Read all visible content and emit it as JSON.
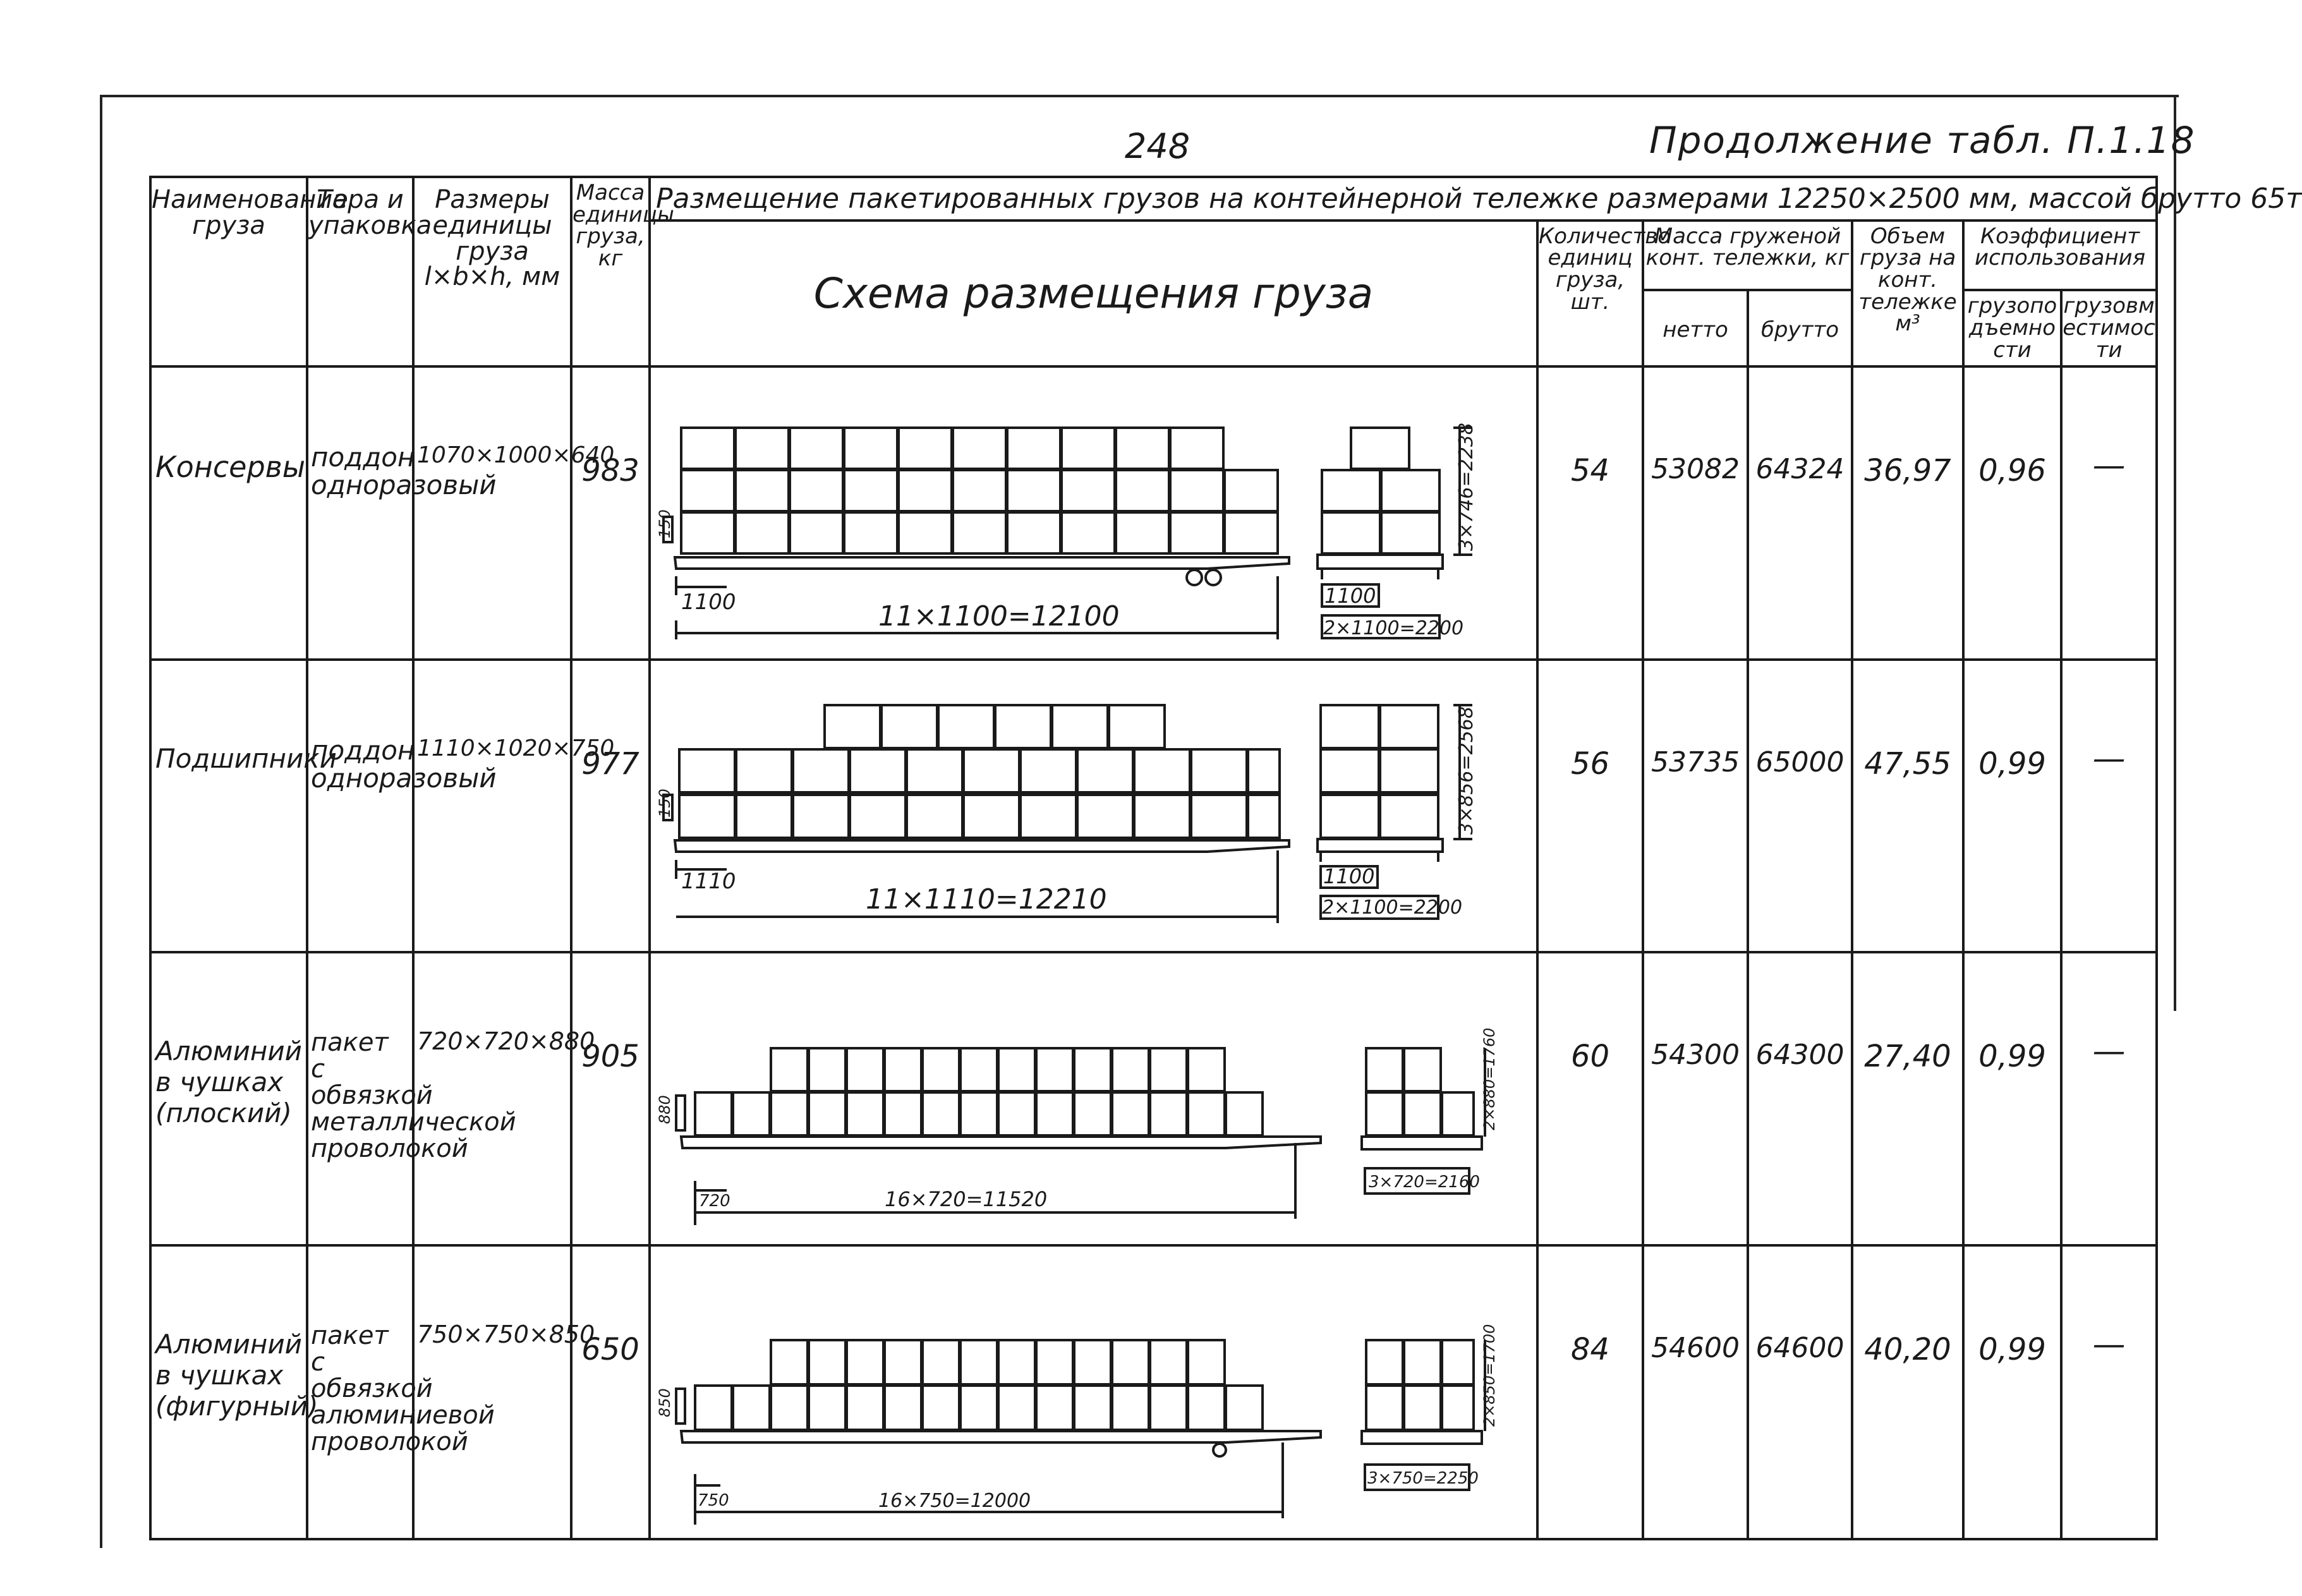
{
  "page": {
    "number": "248",
    "continuation": "Продолжение табл. П.1.18"
  },
  "header": {
    "col_name": "Наименование груза",
    "col_tare": "Тара и упаковка",
    "col_size": "Размеры единицы груза l×b×h, мм",
    "col_mass": "Масса единицы груза, кг",
    "span_title": "Размещение пакетированных грузов на контейнерной тележке размерами 12250×2500 мм, массой брутто 65т",
    "scheme_title": "Схема размещения груза",
    "col_count": "Количество единиц груза, шт.",
    "col_mass_loaded": "Масса груженой конт. тележки, кг",
    "col_netto": "нетто",
    "col_brutto": "брутто",
    "col_volume": "Объем груза на конт. тележке м³",
    "col_coef": "Коэффициент использования",
    "col_coef_lift": "грузоподъемности",
    "col_coef_cap": "грузовместимости"
  },
  "rows": [
    {
      "name": "Консервы",
      "tare": "поддон одноразовый",
      "size": "1070×1000×640",
      "mass": "983",
      "count": "54",
      "netto": "53082",
      "brutto": "64324",
      "volume": "36,97",
      "coef_lift": "0,96",
      "coef_cap": "—",
      "dim_unit": "1100",
      "dim_total": "11×1100=12100",
      "dim_side_unit": "1100",
      "dim_side_total": "2×1100=2200",
      "dim_height": "3×746=2238",
      "dim_plat": "150"
    },
    {
      "name": "Подшипники",
      "tare": "поддон одноразовый",
      "size": "1110×1020×750",
      "mass": "977",
      "count": "56",
      "netto": "53735",
      "brutto": "65000",
      "volume": "47,55",
      "coef_lift": "0,99",
      "coef_cap": "—",
      "dim_unit": "1110",
      "dim_total": "11×1110=12210",
      "dim_side_unit": "1100",
      "dim_side_total": "2×1100=2200",
      "dim_height": "3×856=2568",
      "dim_plat": "150"
    },
    {
      "name": "Алюминий в чушках (плоский)",
      "tare": "пакет с обвязкой металлической проволокой",
      "size": "720×720×880",
      "mass": "905",
      "count": "60",
      "netto": "54300",
      "brutto": "64300",
      "volume": "27,40",
      "coef_lift": "0,99",
      "coef_cap": "—",
      "dim_unit": "720",
      "dim_total": "16×720=11520",
      "dim_side_total": "3×720=2160",
      "dim_height": "2×880=1760",
      "dim_plat": "880"
    },
    {
      "name": "Алюминий в чушках (фигурный)",
      "tare": "пакет с обвязкой алюминиевой проволокой",
      "size": "750×750×850",
      "mass": "650",
      "count": "84",
      "netto": "54600",
      "brutto": "64600",
      "volume": "40,20",
      "coef_lift": "0,99",
      "coef_cap": "—",
      "dim_unit": "750",
      "dim_total": "16×750=12000",
      "dim_side_total": "3×750=2250",
      "dim_height": "2×850=1700",
      "dim_plat": "850"
    }
  ]
}
